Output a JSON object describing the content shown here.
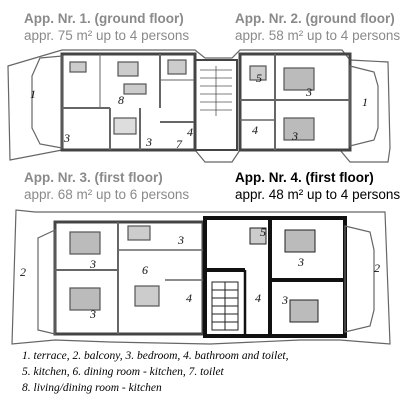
{
  "apartments": [
    {
      "title": "App. Nr. 1. (ground floor)",
      "desc": "appr. 75 m² up to 4 persons"
    },
    {
      "title": "App. Nr. 2. (ground floor)",
      "desc": "appr. 58 m² up to 4 persons"
    },
    {
      "title": "App. Nr. 3. (first floor)",
      "desc": "appr. 68 m² up to 6 persons"
    },
    {
      "title": "App. Nr. 4. (first floor)",
      "desc": "appr. 48 m² up to 4 persons"
    }
  ],
  "room_numbers": {
    "one": "1",
    "two": "2",
    "three": "3",
    "four": "4",
    "five": "5",
    "six": "6",
    "seven": "7",
    "eight": "8"
  },
  "legend": {
    "line1": "1. terrace,     2. balcony,     3. bedroom,     4. bathroom and toilet,",
    "line2": "5. kitchen,     6. dining room - kitchen,     7. toilet",
    "line3": "8. living/dining room - kitchen"
  },
  "colors": {
    "muted_text": "#8a8a8a",
    "highlight_text": "#000000",
    "wall": "#333333"
  }
}
